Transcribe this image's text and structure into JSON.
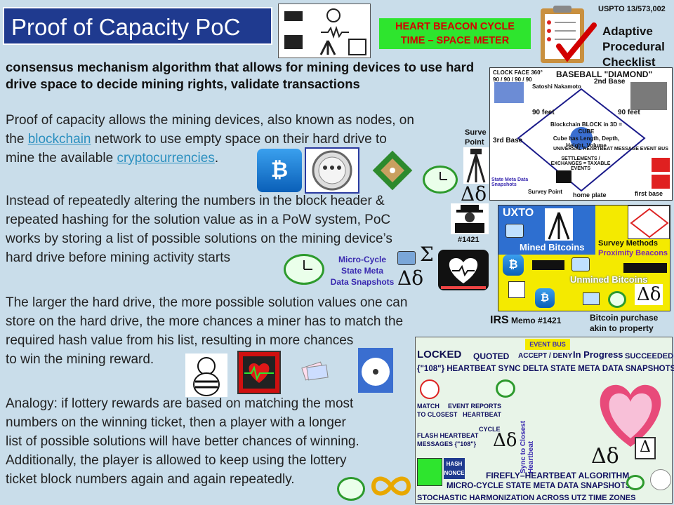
{
  "header": {
    "title": "Proof of Capacity PoC",
    "banner_line1": "HEART BEACON CYCLE",
    "banner_line2": "TIME – SPACE METER",
    "uspto": "USPTO 13/573,002",
    "checklist_line1": "Adaptive",
    "checklist_line2": "Procedural",
    "checklist_line3": "Checklist"
  },
  "subtitle": "consensus mechanism algorithm that allows for mining devices to use hard drive space to decide mining rights, validate transactions",
  "para1": {
    "text_a": "Proof of capacity allows the mining devices, also known as nodes, on",
    "text_b": "the ",
    "link1": "blockchain",
    "text_c": " network to use empty space on their hard drive to",
    "text_d": "mine the available ",
    "link2": "cryptocurrencies",
    "text_e": "."
  },
  "para2": {
    "line1": "Instead of repeatedly altering the numbers in the block header &",
    "line2": "repeated hashing for the solution value as in a PoW system, PoC",
    "line3": "works by storing a list of possible solutions on the mining device’s",
    "line4": "hard drive before mining activity starts"
  },
  "para3": {
    "line1": "The larger the hard drive, the more possible solution values one can",
    "line2": "store on the hard drive, the more chances a miner has to match the",
    "line3": "required hash value from his list, resulting in more chances",
    "line4": "to win the mining reward."
  },
  "para4": {
    "line1": "Analogy: if lottery rewards are based on matching the most",
    "line2": "numbers on the winning ticket, then a player with a longer",
    "line3": "list of possible solutions will have better chances of winning.",
    "line4": "Additionally, the player is allowed to keep using the lottery",
    "line5": "ticket block numbers again and again repeatedly."
  },
  "labels": {
    "micro_cycle_1": "Micro-Cycle",
    "micro_cycle_2": "State Meta",
    "micro_cycle_3": "Data Snapshots",
    "irs_code": "#1421",
    "survey_point_1": "Surve",
    "survey_point_2": "Point",
    "uxto": "UXTO",
    "mined": "Mined Bitcoins",
    "unmined": "Unmined Bitcoins",
    "survey_methods": "Survey Methods",
    "proximity": "Proximity Beacons",
    "irs_memo_a": "IRS",
    "irs_memo_b": " Memo #1421",
    "purchase_1": "Bitcoin purchase",
    "purchase_2": "akin to property",
    "baseball": "BASEBALL \"DIAMOND\"",
    "clock_face": "CLOCK FACE 360°",
    "degrees": "90 / 90 / 90 / 90",
    "second_base": "2nd Base",
    "third_base": "3rd Base",
    "first_base": "first base",
    "home_plate": "home plate",
    "feet1": "90 feet",
    "feet2": "90 feet",
    "satoshi": "Satoshi Nakamoto",
    "block_cube": "Blockchain BLOCK in 3D = CUBE",
    "cube_dims": "Cube has Length, Depth, Height, Volume",
    "settlements": "SETTLEMENTS / EXCHANGES = TAXABLE EVENTS",
    "universal": "UNIVERSAL HEARTBEAT MESSAGE EVENT BUS",
    "state_meta": "State Meta Data Snapshots",
    "survey_point": "Survey Point"
  },
  "bottom": {
    "locked": "LOCKED",
    "quoted": "QUOTED",
    "accept": "ACCEPT / DENY",
    "event_bus": "EVENT BUS",
    "in_progress": "In Progress",
    "succeeded": "SUCCEEDED",
    "sync_line": "{\"108\"} HEARTBEAT SYNC DELTA STATE META DATA SNAPSHOTS",
    "match_1": "MATCH",
    "match_2": "TO CLOSEST",
    "event_1": "EVENT REPORTS",
    "event_2": "HEARTBEAT",
    "cycle": "CYCLE",
    "flash_1": "FLASH HEARTBEAT",
    "flash_2": "MESSAGES {\"108\"}",
    "sync_closest": "Sync to Closest Heartbeat",
    "hash": "HASH",
    "nonce": "NONCE",
    "firefly": "FIREFLY–HEARTBEAT ALGORITHM",
    "micro": "MICRO-CYCLE STATE META DATA SNAPSHOTS",
    "stochastic": "STOCHASTIC HARMONIZATION ACROSS UTZ TIME ZONES"
  },
  "glyphs": {
    "delta_upper": "Δ",
    "delta_lower": "δ",
    "sigma": "Σ",
    "bitcoin": "₿",
    "tag_108": "108"
  },
  "colors": {
    "title_bg": "#1f3a8f",
    "banner_bg": "#2ee52e",
    "banner_text": "#d40000",
    "link": "#2a8fbf",
    "page_bg": "#c9ddea",
    "yellow": "#f4ea00"
  }
}
